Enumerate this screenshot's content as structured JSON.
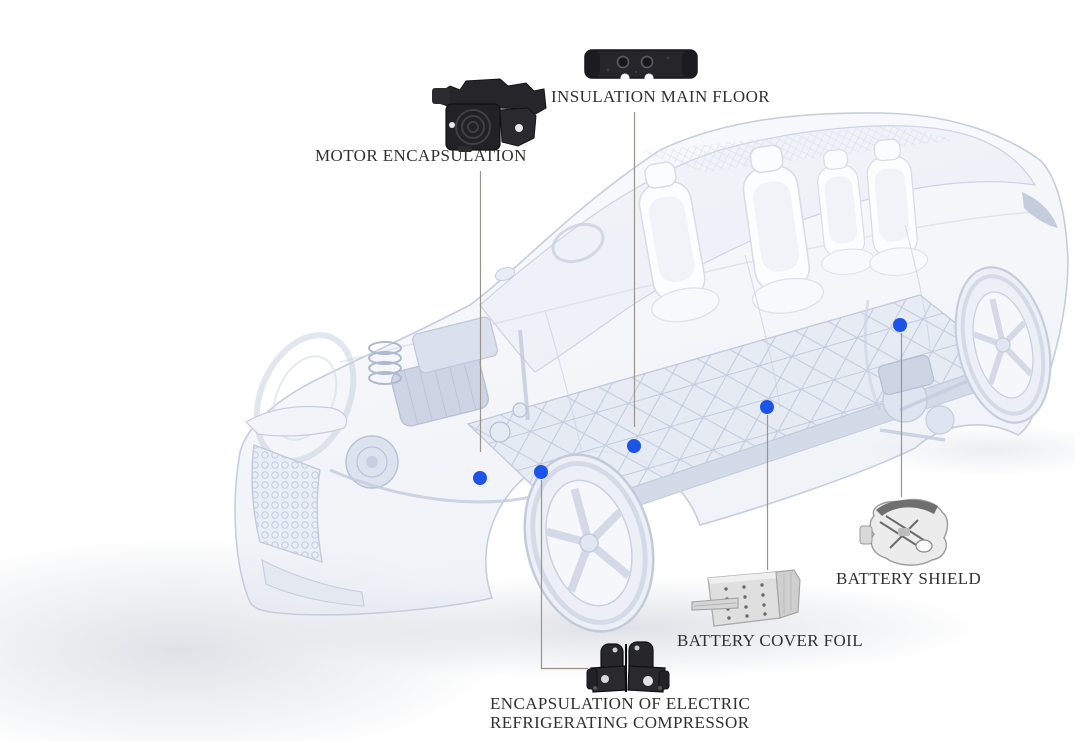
{
  "illustration": {
    "subject": "transparent cutaway rendering of an electric car chassis with interior, battery floor and wheels",
    "hotspot_count": 5
  },
  "colors": {
    "hotspot_blue": "#1c53e8",
    "label_text": "#33312f",
    "leader_line": "#9a948b",
    "car_tint_light": "#eef1f7",
    "car_tint_mid": "#d9dfec",
    "car_outline": "#c3cbdd",
    "part_dark": "#26262a"
  },
  "callouts": [
    {
      "label": "MOTOR ENCAPSULATION",
      "part_image": "motor-encapsulation-part"
    },
    {
      "label": "INSULATION MAIN FLOOR",
      "part_image": "insulation-main-floor-part"
    },
    {
      "label": "BATTERY SHIELD",
      "part_image": "battery-shield-part"
    },
    {
      "label": "BATTERY COVER FOIL",
      "part_image": "battery-cover-foil-part"
    },
    {
      "label_line1": "ENCAPSULATION OF ELECTRIC",
      "label_line2": "REFRIGERATING COMPRESSOR",
      "part_image": "refrigerating-compressor-part"
    }
  ]
}
